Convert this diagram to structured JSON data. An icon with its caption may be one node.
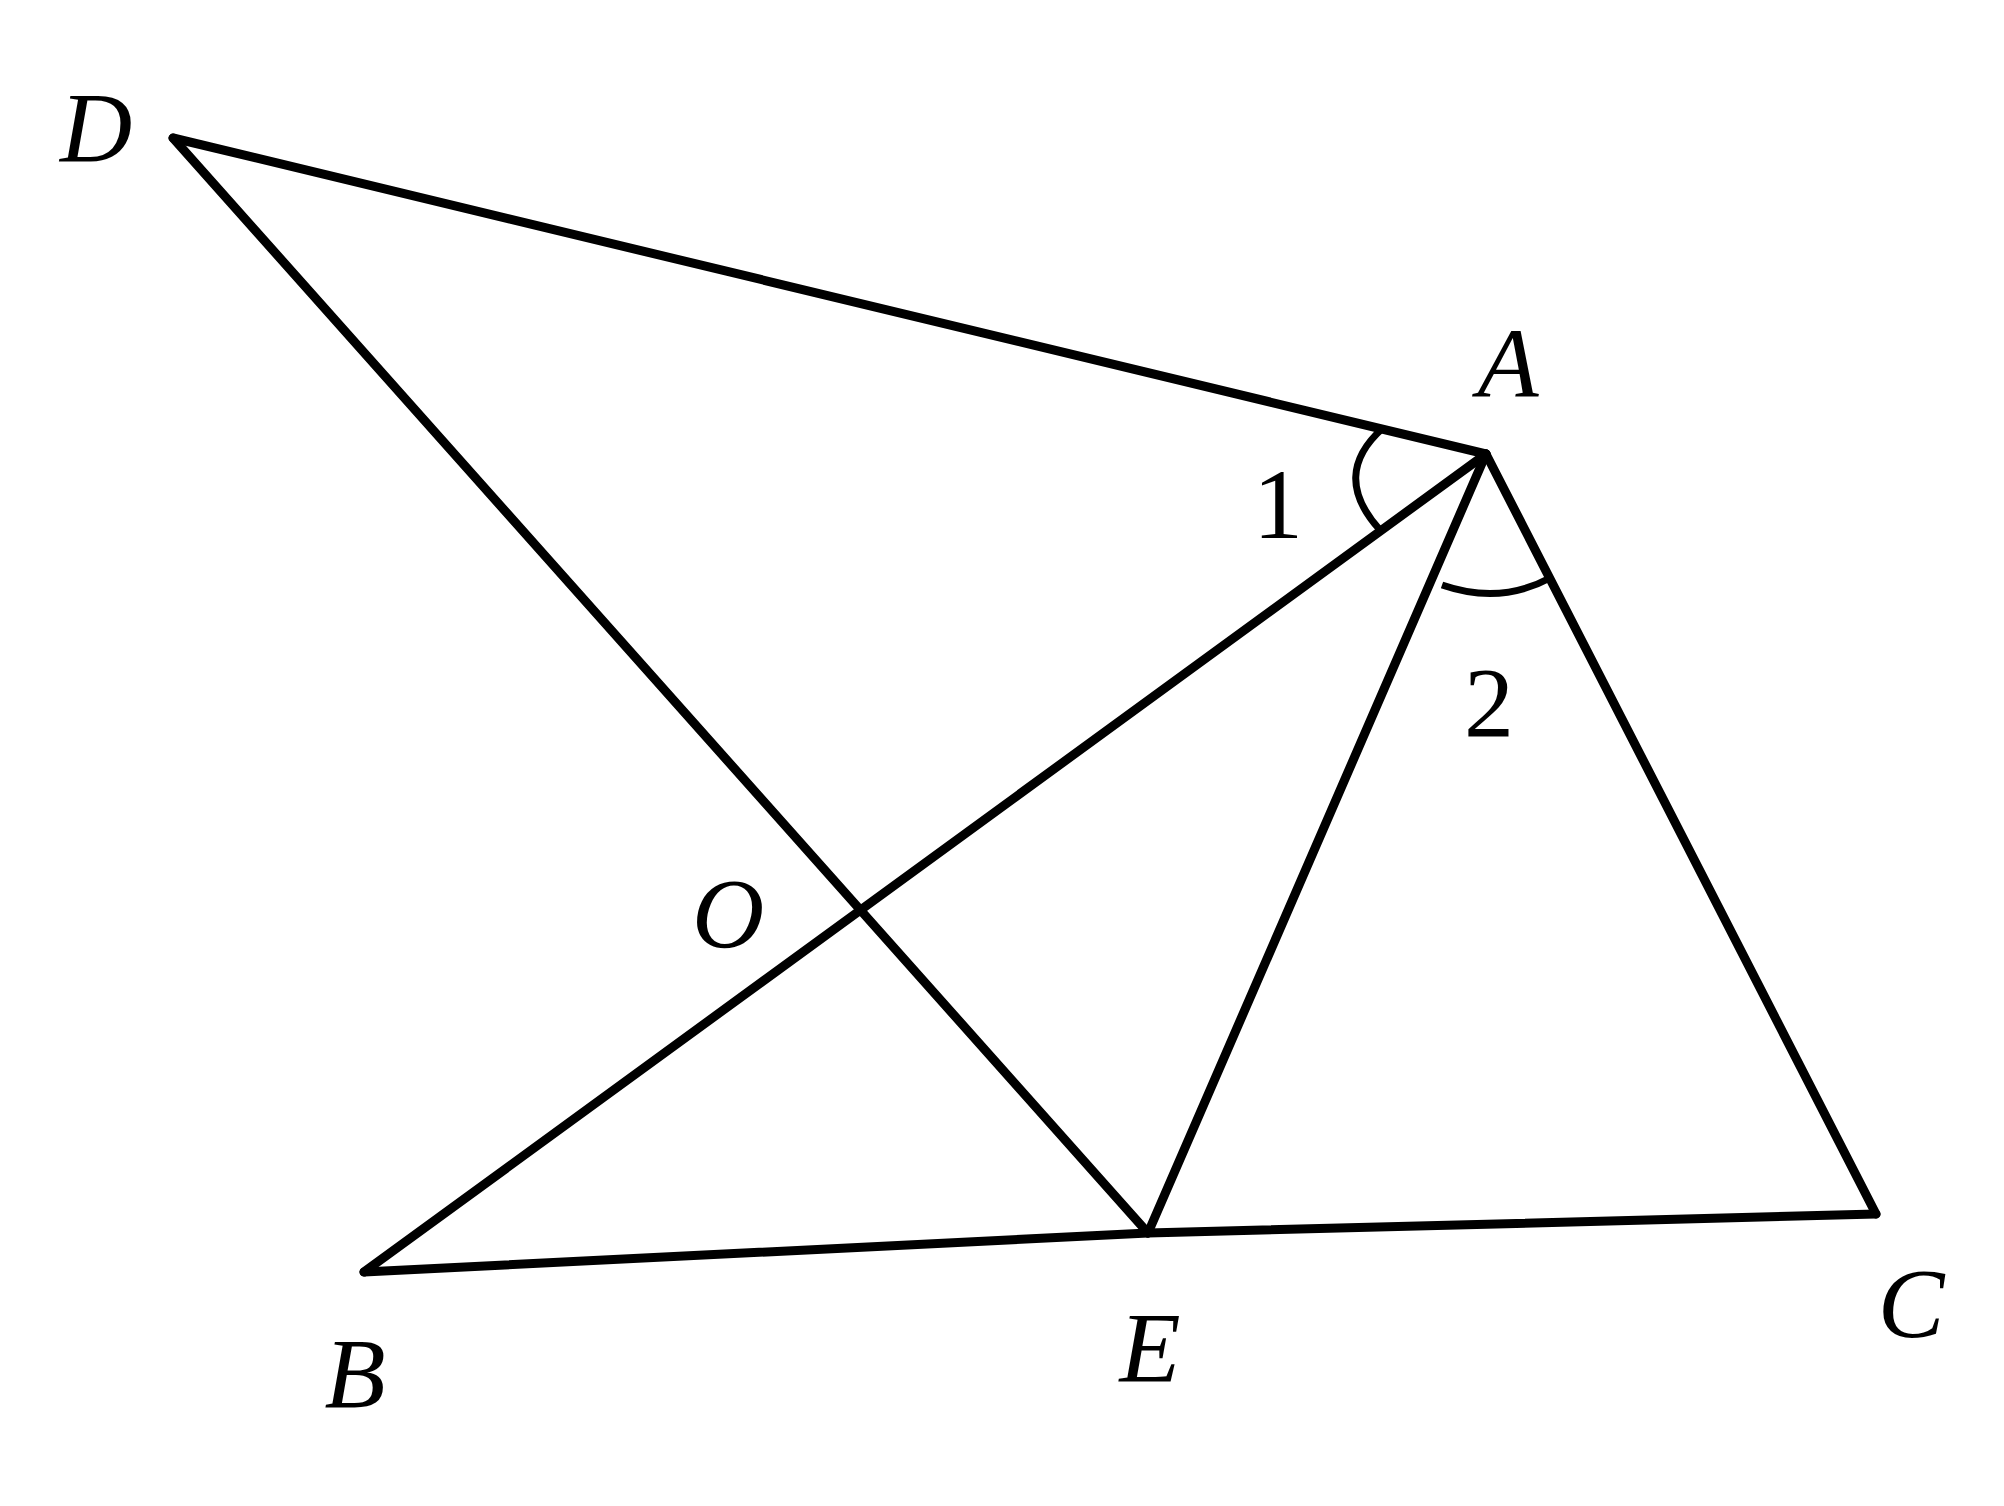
{
  "diagram": {
    "nodes": [
      {
        "text": [
          "D"
        ]
      },
      {
        "text": [
          "A"
        ]
      },
      {
        "text": [
          "B"
        ]
      },
      {
        "text": [
          "E"
        ]
      },
      {
        "text": [
          "C"
        ]
      }
    ],
    "edges": [
      {
        "from": 0,
        "to": 1,
        "arrow": "none"
      },
      {
        "from": 0,
        "to": 3,
        "arrow": "none"
      },
      {
        "from": 2,
        "to": 1,
        "arrow": "none"
      },
      {
        "from": 1,
        "to": 3,
        "arrow": "none"
      },
      {
        "from": 1,
        "to": 4,
        "arrow": "none"
      },
      {
        "from": 2,
        "to": 3,
        "arrow": "none"
      },
      {
        "from": 3,
        "to": 4,
        "arrow": "none"
      }
    ],
    "labels": [
      "1",
      "O",
      "2"
    ]
  }
}
